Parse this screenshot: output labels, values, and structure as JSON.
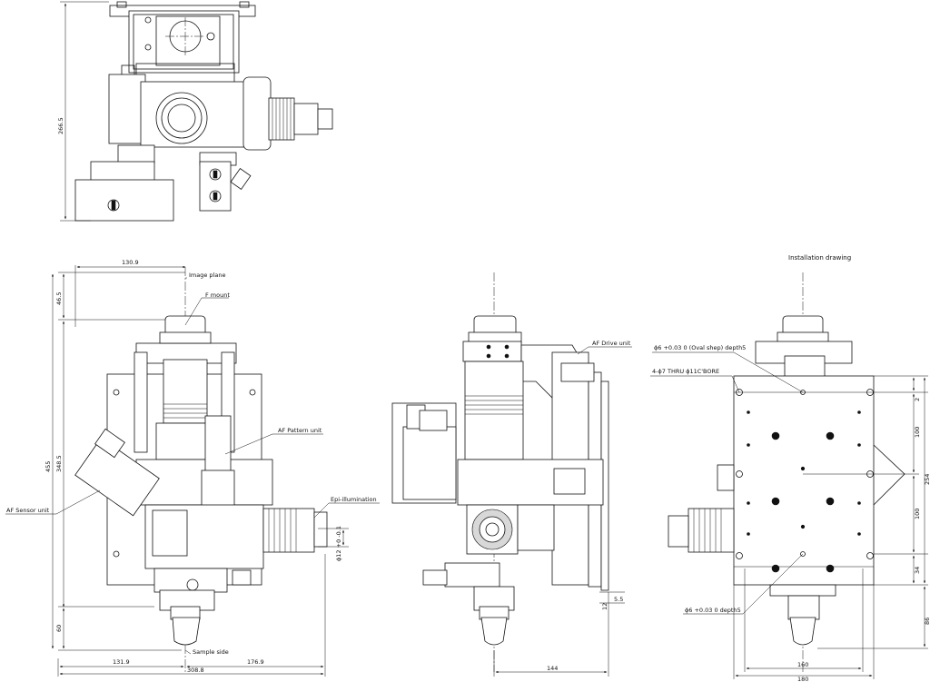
{
  "title": "Installation drawing",
  "labels": {
    "image_plane": "Image plane",
    "f_mount": "F mount",
    "af_pattern_unit": "AF Pattern unit",
    "af_sensor_unit": "AF Sensor unit",
    "epi_illumination": "Epi-illumination",
    "sample_side": "Sample side",
    "af_drive_unit": "AF Drive unit"
  },
  "notes": {
    "hole_oval": "ϕ6 +0.03 0 (Oval shep) depth5",
    "hole_bore": "4-ϕ7 THRU ϕ11C'BORE",
    "hole_depth": "ϕ6 +0.03 0 depth5"
  },
  "dimensions": {
    "top_height": "266.5",
    "w_130_9": "130.9",
    "h_46_5": "46.5",
    "h_455": "455",
    "h_348_5": "348.5",
    "h_60": "60",
    "w_131_9": "131.9",
    "w_176_9": "176.9",
    "w_308_8": "308.8",
    "d_12": "ϕ12 +0 -0.1",
    "w_144": "144",
    "h_5_5": "5.5",
    "h_12": "12",
    "h_2": "2",
    "h_100a": "100",
    "h_254": "254",
    "h_100b": "100",
    "h_34": "34",
    "h_86": "86",
    "w_160": "160",
    "w_180": "180"
  }
}
